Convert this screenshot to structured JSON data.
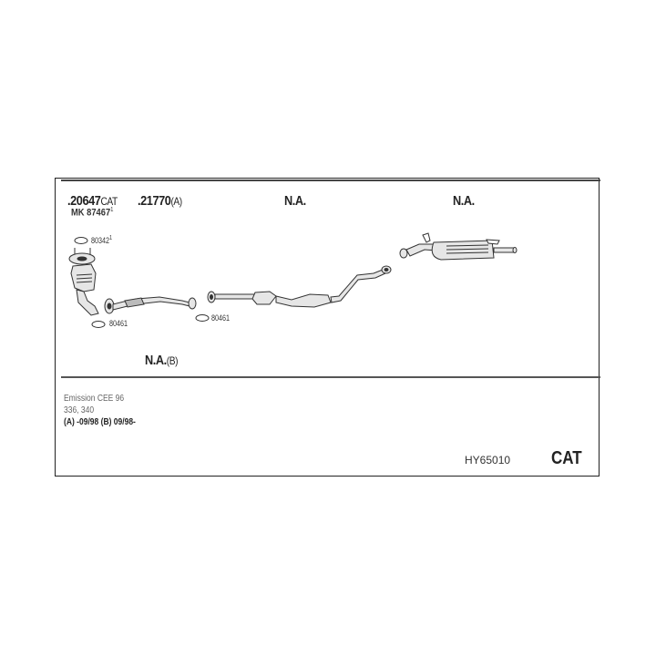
{
  "diagram": {
    "type": "exhaust-system-parts-diagram",
    "parts": [
      {
        "number": ".20647",
        "suffix": "CAT",
        "sub_prefix": "MK",
        "sub_number": "87467",
        "sub_sup": "1"
      },
      {
        "number": ".21770",
        "suffix": "(A)"
      },
      {
        "number": "N.A.",
        "suffix": ""
      },
      {
        "number": "N.A.",
        "suffix": ""
      }
    ],
    "lower_part": {
      "number": "N.A.",
      "suffix": "(B)"
    },
    "gaskets": [
      {
        "label": "80342",
        "sup": "1"
      },
      {
        "label": "80461"
      },
      {
        "label": "80461"
      }
    ],
    "notes": {
      "line1": "Emission CEE 96",
      "line2": "336, 340",
      "line3": "(A) -09/98 (B) 09/98-"
    },
    "code": "HY65010",
    "badge": "CAT",
    "colors": {
      "line": "#222222",
      "part_fill": "#e6e6e6",
      "part_stroke": "#333333"
    }
  }
}
